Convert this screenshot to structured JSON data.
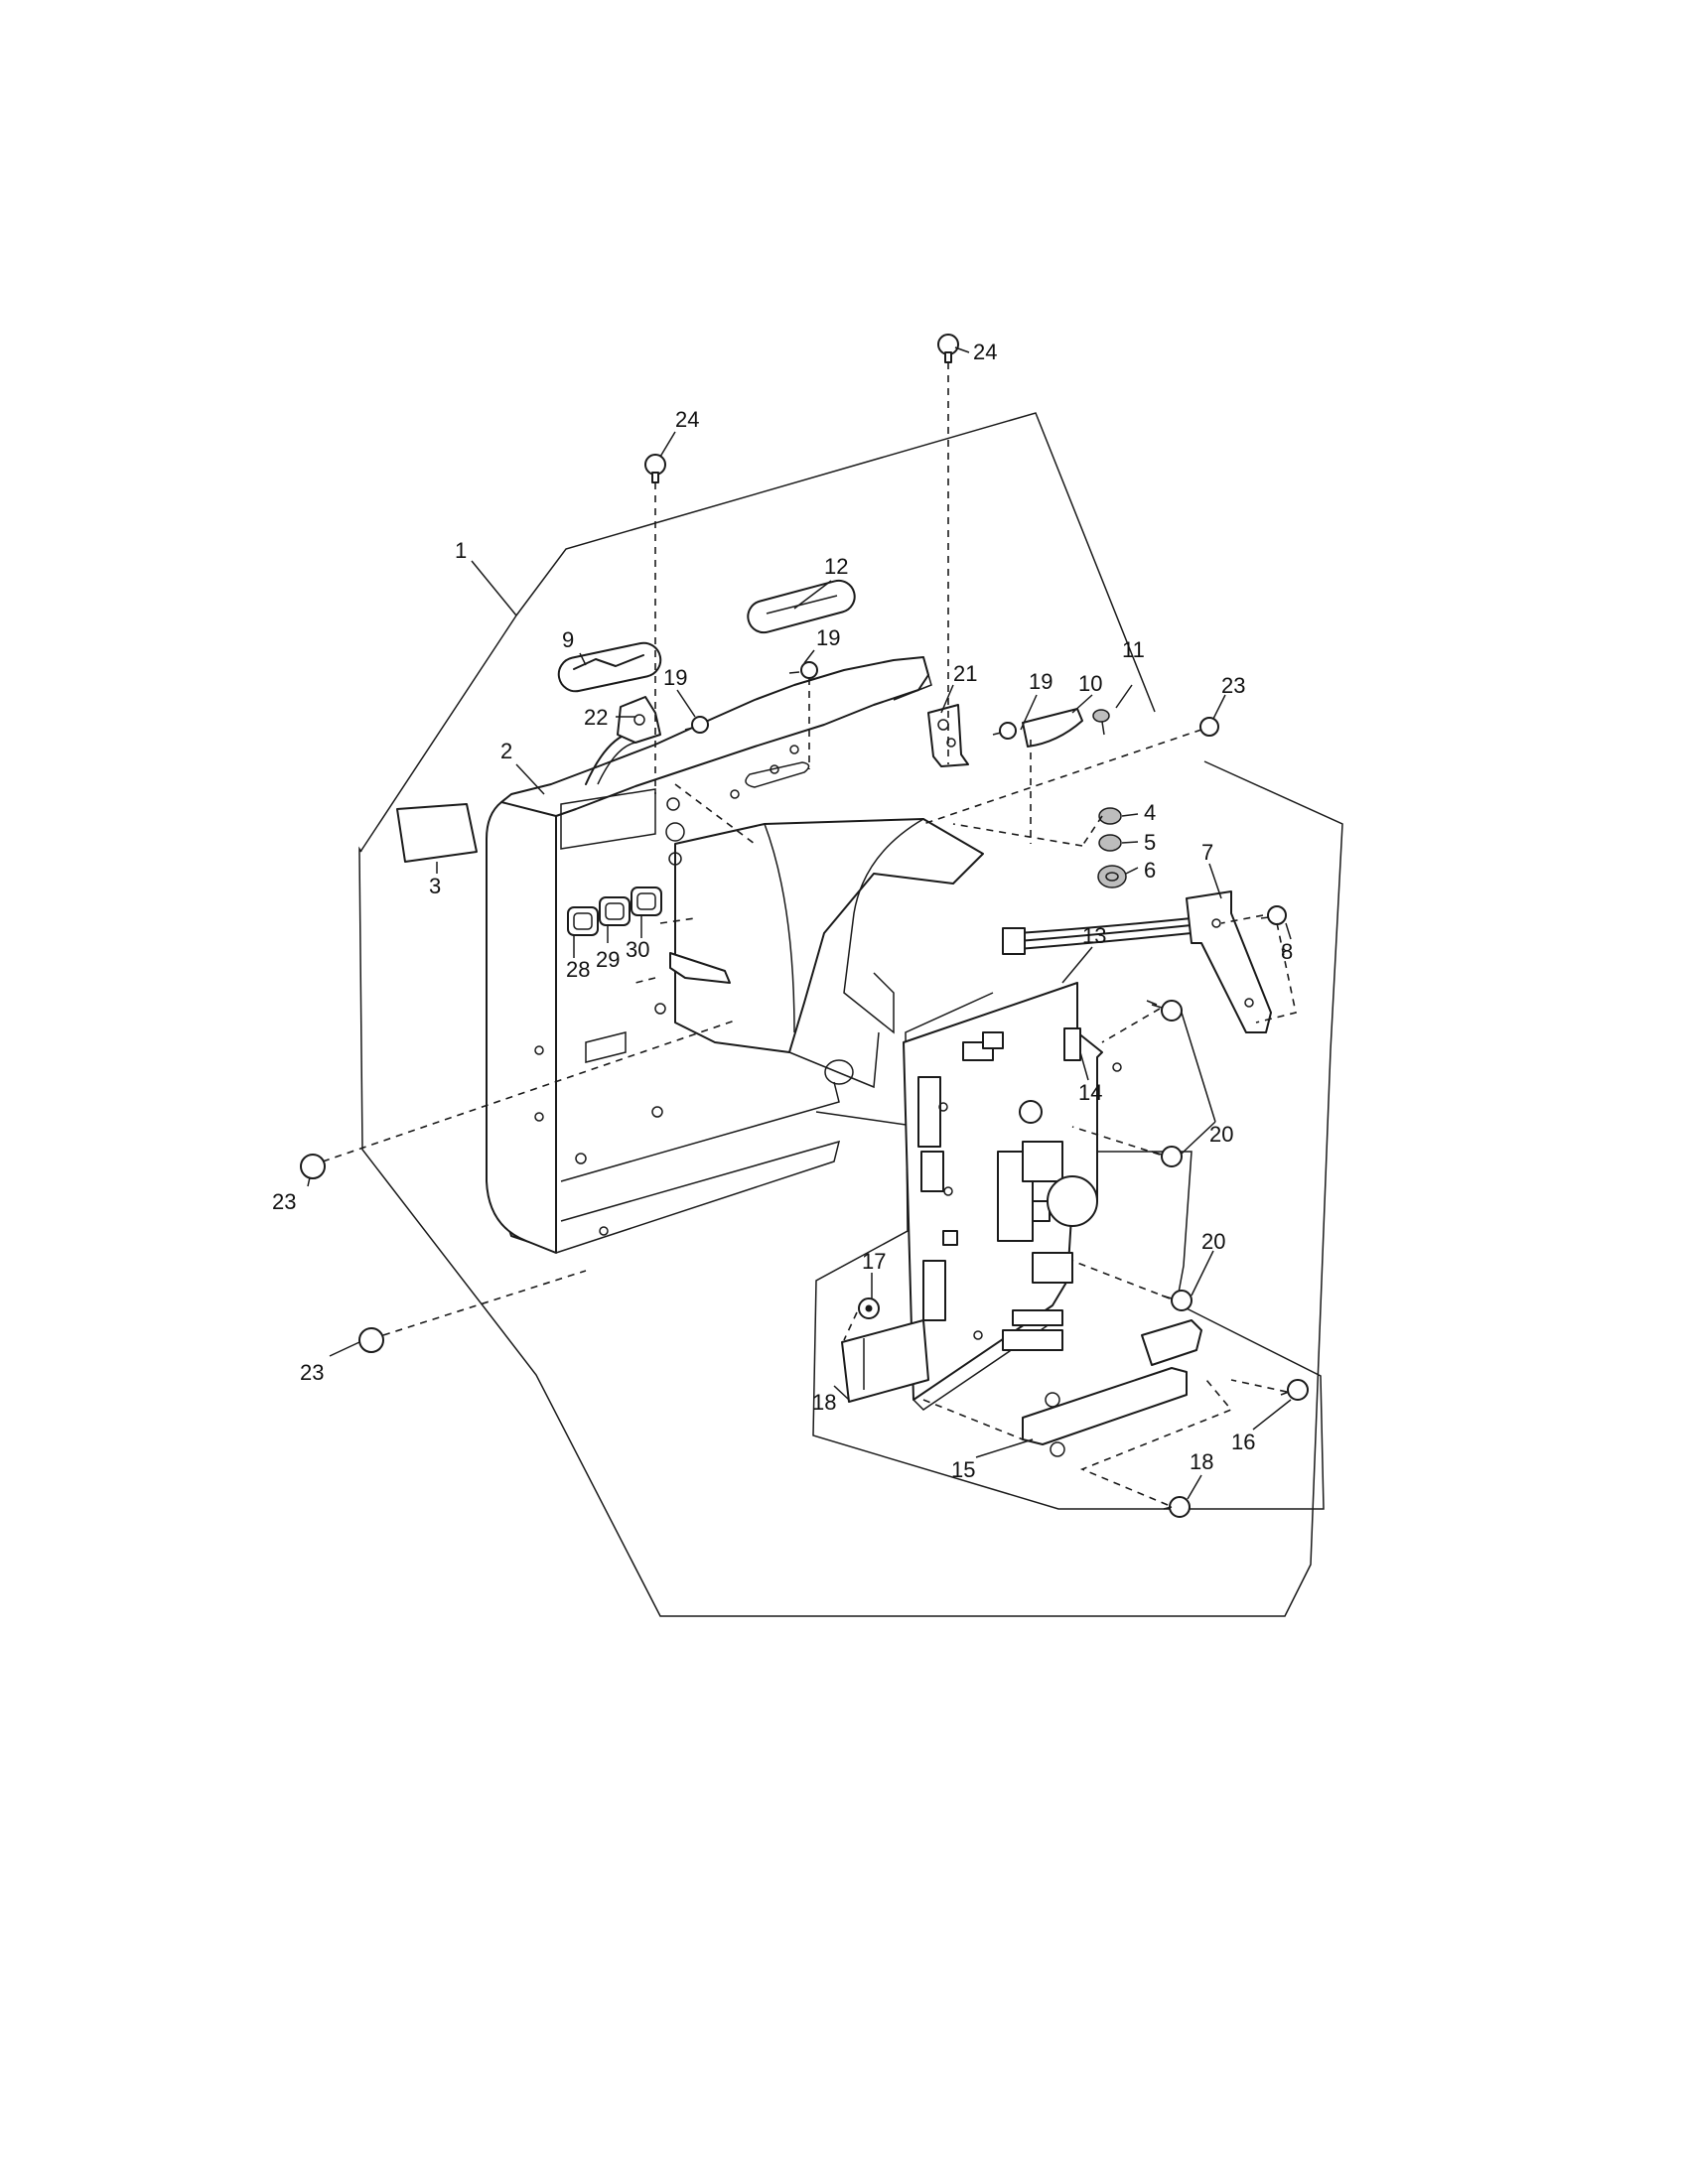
{
  "diagram": {
    "callouts": [
      {
        "id": "c1",
        "text": "1"
      },
      {
        "id": "c2",
        "text": "2"
      },
      {
        "id": "c3",
        "text": "3"
      },
      {
        "id": "c4",
        "text": "4"
      },
      {
        "id": "c5",
        "text": "5"
      },
      {
        "id": "c6",
        "text": "6"
      },
      {
        "id": "c7",
        "text": "7"
      },
      {
        "id": "c8",
        "text": "8"
      },
      {
        "id": "c9",
        "text": "9"
      },
      {
        "id": "c10",
        "text": "10"
      },
      {
        "id": "c11",
        "text": "11"
      },
      {
        "id": "c12",
        "text": "12"
      },
      {
        "id": "c13",
        "text": "13"
      },
      {
        "id": "c14",
        "text": "14"
      },
      {
        "id": "c15",
        "text": "15"
      },
      {
        "id": "c16",
        "text": "16"
      },
      {
        "id": "c17",
        "text": "17"
      },
      {
        "id": "c18a",
        "text": "18"
      },
      {
        "id": "c18b",
        "text": "18"
      },
      {
        "id": "c19a",
        "text": "19"
      },
      {
        "id": "c19b",
        "text": "19"
      },
      {
        "id": "c19c",
        "text": "19"
      },
      {
        "id": "c20a",
        "text": "20"
      },
      {
        "id": "c20b",
        "text": "20"
      },
      {
        "id": "c21",
        "text": "21"
      },
      {
        "id": "c22",
        "text": "22"
      },
      {
        "id": "c23a",
        "text": "23"
      },
      {
        "id": "c23b",
        "text": "23"
      },
      {
        "id": "c23c",
        "text": "23"
      },
      {
        "id": "c24a",
        "text": "24"
      },
      {
        "id": "c24b",
        "text": "24"
      },
      {
        "id": "c28",
        "text": "28"
      },
      {
        "id": "c29",
        "text": "29"
      },
      {
        "id": "c30",
        "text": "30"
      }
    ]
  }
}
